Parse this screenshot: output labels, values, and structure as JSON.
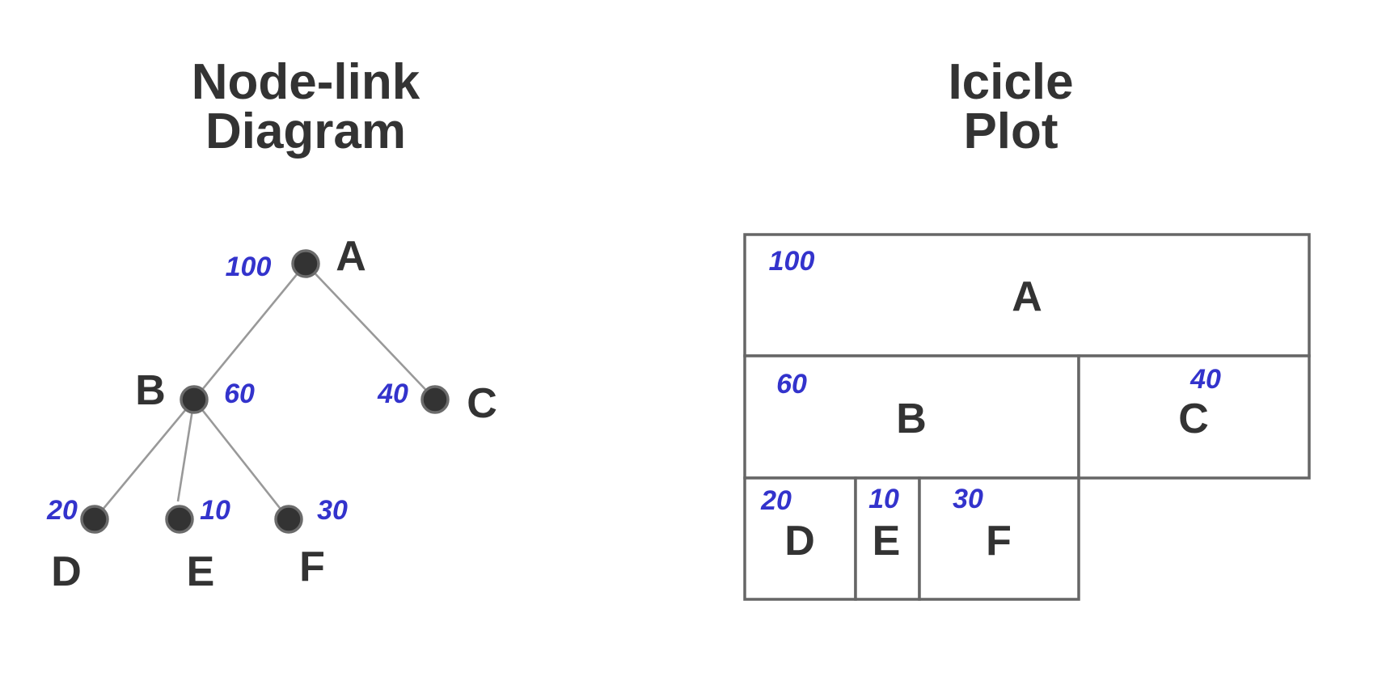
{
  "colors": {
    "value": "#3333cc",
    "text": "#333333",
    "edge": "#999999",
    "cell_border": "#666666",
    "node_fill": "#333333"
  },
  "node_link": {
    "title_line1": "Node-link",
    "title_line2": "Diagram"
  },
  "icicle": {
    "title_line1": "Icicle",
    "title_line2": "Plot"
  },
  "tree": {
    "nodes": [
      {
        "id": "A",
        "label": "A",
        "value": "100",
        "parent": null
      },
      {
        "id": "B",
        "label": "B",
        "value": "60",
        "parent": "A"
      },
      {
        "id": "C",
        "label": "C",
        "value": "40",
        "parent": "A"
      },
      {
        "id": "D",
        "label": "D",
        "value": "20",
        "parent": "B"
      },
      {
        "id": "E",
        "label": "E",
        "value": "10",
        "parent": "B"
      },
      {
        "id": "F",
        "label": "F",
        "value": "30",
        "parent": "B"
      }
    ]
  }
}
